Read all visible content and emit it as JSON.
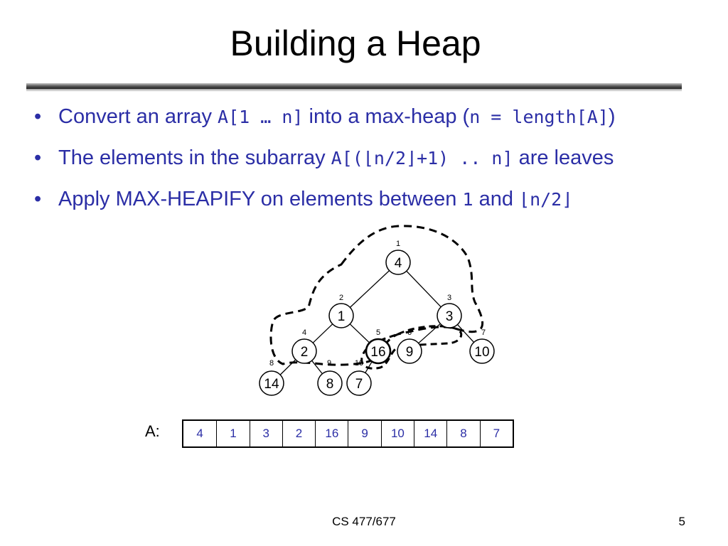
{
  "title": "Building a Heap",
  "bullets": [
    {
      "pre": "Convert an array ",
      "code1": "A[1 … n]",
      "mid": " into a max-heap (",
      "code2": "n = length[A]",
      "post": ")"
    },
    {
      "pre": "The elements in the subarray ",
      "code1": "A[(⌊n/2⌋+1) .. n]",
      "mid": " are leaves",
      "code2": "",
      "post": ""
    },
    {
      "pre": "Apply MAX-HEAPIFY on elements between ",
      "code1": "1",
      "mid": " and ",
      "code2": "⌊n/2⌋",
      "post": ""
    }
  ],
  "heap": {
    "nodes": [
      {
        "index": "1",
        "value": "4"
      },
      {
        "index": "2",
        "value": "1"
      },
      {
        "index": "3",
        "value": "3"
      },
      {
        "index": "4",
        "value": "2"
      },
      {
        "index": "5",
        "value": "16"
      },
      {
        "index": "6",
        "value": "9"
      },
      {
        "index": "7",
        "value": "10"
      },
      {
        "index": "8",
        "value": "14"
      },
      {
        "index": "9",
        "value": "8"
      },
      {
        "index": "10",
        "value": "7"
      }
    ]
  },
  "array": {
    "label": "A:",
    "cells": [
      "4",
      "1",
      "3",
      "2",
      "16",
      "9",
      "10",
      "14",
      "8",
      "7"
    ]
  },
  "colors": {
    "text": "#2b2ea6",
    "ink": "#000000"
  },
  "footer": {
    "course": "CS 477/677",
    "page": "5"
  }
}
